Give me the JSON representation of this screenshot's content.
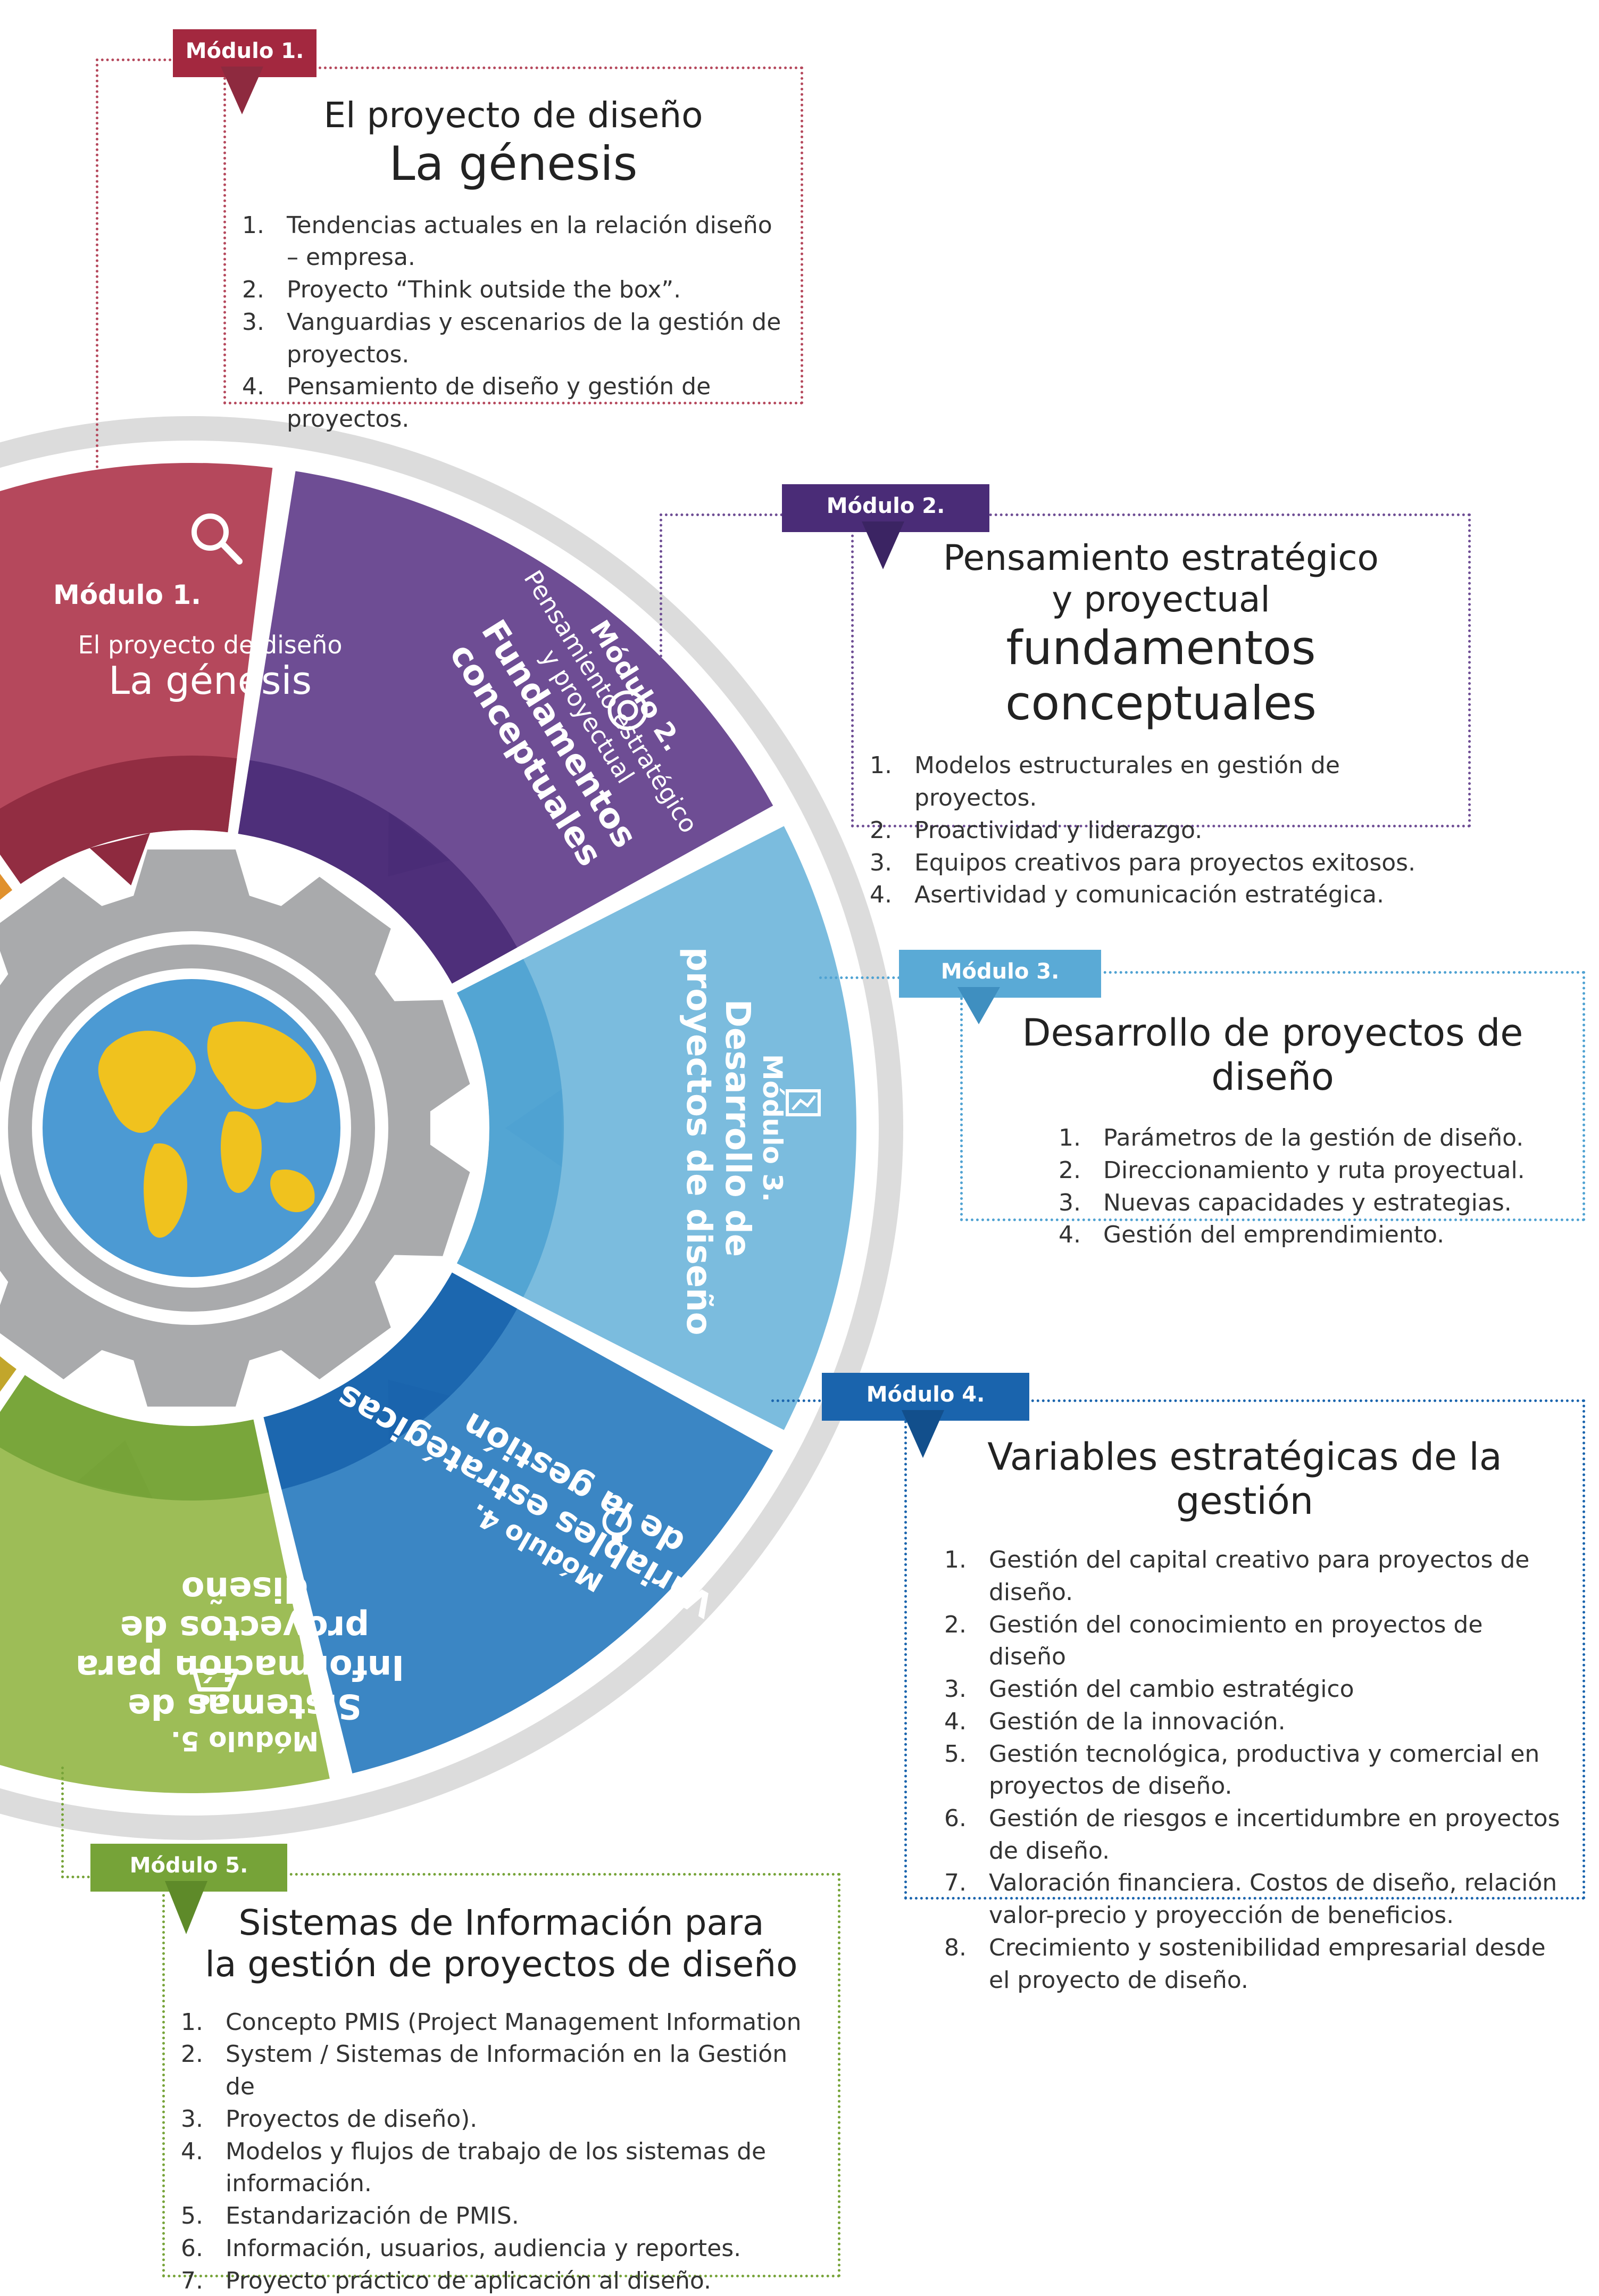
{
  "colors": {
    "m1": "#b5485c",
    "m1_dark": "#8e2a3f",
    "m2": "#6e4d94",
    "m2_dark": "#4a2c77",
    "m3": "#7bbcde",
    "m3_dark": "#4fa2d2",
    "m4": "#3b86c4",
    "m4_dark": "#1a64ad",
    "m5": "#9dbd57",
    "m5_dark": "#76a338",
    "m6": "#e0912f",
    "m7": "#c2a62b",
    "ring": "#dcdcdc",
    "gear": "#a9aaac",
    "globe_water": "#4c9ad3",
    "globe_land": "#f0c21e"
  },
  "wheel": {
    "center_icon": "globe-icon",
    "segments": [
      {
        "key": "m1",
        "num": "Módulo 1.",
        "sub": "El proyecto de diseño",
        "big": "La génesis",
        "icon": "magnifier-icon"
      },
      {
        "key": "m2",
        "num": "Módulo 2.",
        "sub_lines": [
          "Pensamiento estratégico",
          "y proyectual"
        ],
        "big_lines": [
          "Fundamentos",
          "conceptuales"
        ],
        "icon": "target-icon"
      },
      {
        "key": "m3",
        "num": "Módulo 3.",
        "big_lines": [
          "Desarrollo de",
          "proyectos de diseño"
        ],
        "icon": "presentation-icon"
      },
      {
        "key": "m4",
        "num": "Módulo 4.",
        "big_lines": [
          "Variables estratégicas",
          "de la gestión"
        ],
        "icon": "lightbulb-icon"
      },
      {
        "key": "m5",
        "num": "Módulo 5.",
        "big_lines": [
          "Sistemas de",
          "Información para",
          "proyectos de",
          "diseño"
        ],
        "icon": "cart-icon"
      }
    ]
  },
  "modules": [
    {
      "tab": "Módulo 1.",
      "title_lines": [
        "El proyecto de diseño"
      ],
      "big_title": "La génesis",
      "items": [
        "Tendencias actuales en la relación diseño – empresa.",
        "Proyecto “Think outside the box”.",
        "Vanguardias y escenarios de la gestión de proyectos.",
        "Pensamiento de diseño y gestión de proyectos."
      ]
    },
    {
      "tab": "Módulo 2.",
      "title_lines": [
        "Pensamiento estratégico",
        "y proyectual"
      ],
      "big_title": "fundamentos conceptuales",
      "items": [
        "Modelos estructurales en gestión de proyectos.",
        "Proactividad y liderazgo.",
        "Equipos creativos para proyectos exitosos.",
        "Asertividad y comunicación estratégica."
      ]
    },
    {
      "tab": "Módulo 3.",
      "title_lines": [
        "Desarrollo de proyectos de diseño"
      ],
      "big_title": "",
      "items": [
        "Parámetros de la gestión de diseño.",
        "Direccionamiento y ruta proyectual.",
        "Nuevas capacidades y estrategias.",
        "Gestión del emprendimiento."
      ]
    },
    {
      "tab": "Módulo 4.",
      "title_lines": [
        "Variables estratégicas de la gestión"
      ],
      "big_title": "",
      "items": [
        "Gestión del capital creativo para proyectos de diseño.",
        "Gestión del conocimiento en proyectos de diseño",
        "Gestión del cambio estratégico",
        "Gestión de la innovación.",
        "Gestión tecnológica, productiva y comercial en proyectos de diseño.",
        "Gestión de riesgos e incertidumbre en proyectos de diseño.",
        "Valoración financiera. Costos de diseño, relación valor-precio y proyección de beneficios.",
        "Crecimiento y sostenibilidad empresarial desde el proyecto de diseño."
      ]
    },
    {
      "tab": "Módulo 5.",
      "title_lines": [
        "Sistemas de Información para",
        "la gestión de proyectos de diseño"
      ],
      "big_title": "",
      "items": [
        "Concepto PMIS (Project Management Information",
        "System / Sistemas de Información en la Gestión de",
        "Proyectos de diseño).",
        "Modelos y flujos de trabajo de los sistemas de información.",
        "Estandarización de PMIS.",
        "Información, usuarios, audiencia y reportes.",
        "Proyecto práctico de aplicación al diseño."
      ]
    }
  ]
}
